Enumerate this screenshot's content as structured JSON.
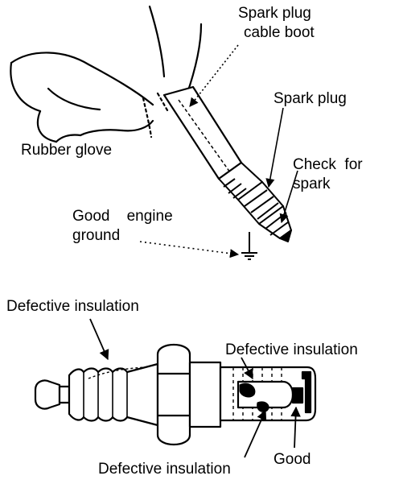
{
  "labels": {
    "cable_boot_line1": "Spark plug",
    "cable_boot_line2": "cable boot",
    "spark_plug": "Spark plug",
    "rubber_glove": "Rubber glove",
    "check_line1": "Check  for",
    "check_line2": "spark",
    "ground_line1": "Good    engine",
    "ground_line2": "ground",
    "defective_top_left": "Defective insulation",
    "defective_right": "Defective insulation",
    "defective_bottom": "Defective insulation",
    "good": "Good"
  },
  "colors": {
    "ink": "#000000",
    "paper": "#ffffff"
  }
}
